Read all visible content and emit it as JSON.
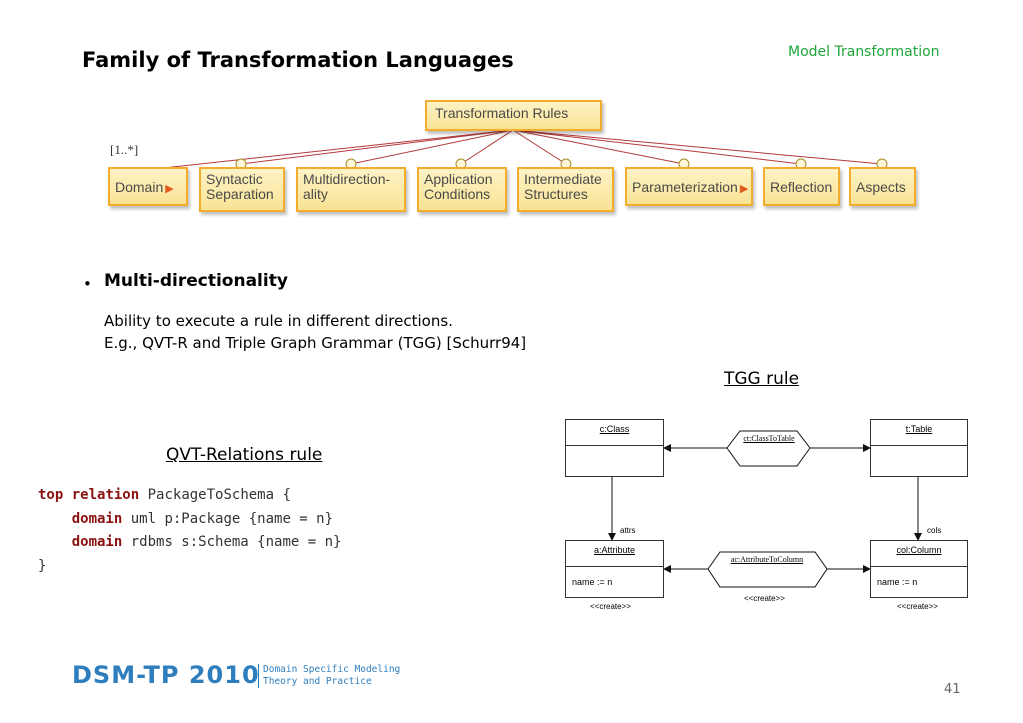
{
  "slide": {
    "title": "Family of Transformation Languages",
    "header_tag": "Model Transformation",
    "page_number": "41"
  },
  "feature_diagram": {
    "root": "Transformation Rules",
    "multiplicity": "[1..*]",
    "features": [
      {
        "line1": "Domain",
        "line2": "",
        "expandable": true,
        "optional": false
      },
      {
        "line1": "Syntactic",
        "line2": "Separation",
        "expandable": false,
        "optional": true
      },
      {
        "line1": "Multidirection-",
        "line2": "ality",
        "expandable": false,
        "optional": true
      },
      {
        "line1": "Application",
        "line2": "Conditions",
        "expandable": false,
        "optional": true
      },
      {
        "line1": "Intermediate",
        "line2": "Structures",
        "expandable": false,
        "optional": true
      },
      {
        "line1": "Parameterization",
        "line2": "",
        "expandable": true,
        "optional": true
      },
      {
        "line1": "Reflection",
        "line2": "",
        "expandable": false,
        "optional": true
      },
      {
        "line1": "Aspects",
        "line2": "",
        "expandable": false,
        "optional": true
      }
    ]
  },
  "bullet": {
    "title": "Multi-directionality",
    "line1": "Ability to execute a rule in different directions.",
    "line2": "E.g., QVT-R and Triple Graph Grammar (TGG) [Schurr94]"
  },
  "qvt": {
    "heading": "QVT-Relations rule",
    "kw_top": "top",
    "kw_relation": "relation",
    "kw_domain": "domain",
    "line1_rest": " PackageToSchema {",
    "line2_rest": " uml p:Package {name = n}",
    "line3_rest": " rdbms s:Schema {name = n}",
    "close": "}"
  },
  "tgg": {
    "heading": "TGG rule",
    "class_node": "c:Class",
    "table_node": "t:Table",
    "corr_top": "ct:ClassToTable",
    "attribute_node": "a:Attribute",
    "column_node": "col:Column",
    "corr_bottom": "ac:AttributeToColumn",
    "attr_body": "name := n",
    "col_body": "name := n",
    "edge_attrs": "attrs",
    "edge_cols": "cols",
    "create_label": "<<create>>"
  },
  "footer": {
    "logo": "DSM-TP 2010",
    "sub1": "Domain Specific Modeling",
    "sub2": "Theory and Practice"
  }
}
